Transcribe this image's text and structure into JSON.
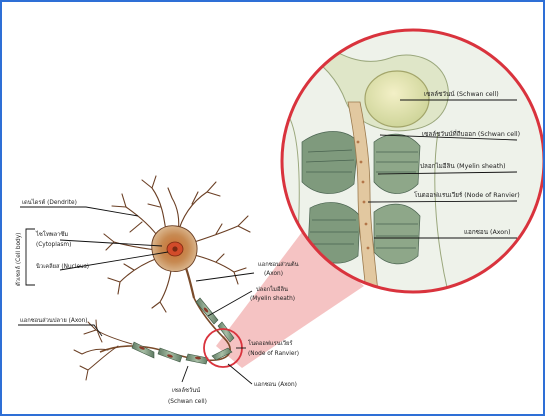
{
  "colors": {
    "frame_border": "#2e6fd6",
    "magnifier_ring": "#d9333d",
    "magnifier_beam": "#f3b9b9",
    "cell_body": "#b8733a",
    "nucleus": "#d24b2a",
    "myelin": "#8aa07a",
    "background": "#ffffff"
  },
  "labels": {
    "dendrite": "เดนไดรต์ (Dendrite)",
    "cytoplasm_th": "ไซโทพลาซึม",
    "cytoplasm_en": "(Cytoplasm)",
    "nucleus": "นิวเคลียส (Nucleus)",
    "cell_body": "ตัวเซลล์ (Cell body)",
    "axon_start_th": "แอกซอนส่วนต้น",
    "axon_start_en": "(Axon)",
    "myelin_th": "ปลอกไมอีลิน",
    "myelin_en": "(Myelin sheath)",
    "axon_end": "แอกซอนส่วนปลาย (Axon)",
    "ranvier_th": "โนดออฟแรนเวียร์",
    "ranvier_en": "(Node of Ranvier)",
    "axon_small": "แอกซอน (Axon)",
    "schwann_th": "เซลล์ชวันน์",
    "schwann_en": "(Schwan cell)",
    "zoom_schwann": "เซลล์ชวันน์ (Schwan cell)",
    "zoom_schwann_nucleus": "เซลล์ชวันน์ที่ถีบออก (Schwan cell)",
    "zoom_myelin": "ปลอกไมอีลิน (Myelin sheath)",
    "zoom_ranvier": "โนดออฟแรนเวียร์ (Node of Ranvier)",
    "zoom_axon": "แอกซอน (Axon)"
  }
}
